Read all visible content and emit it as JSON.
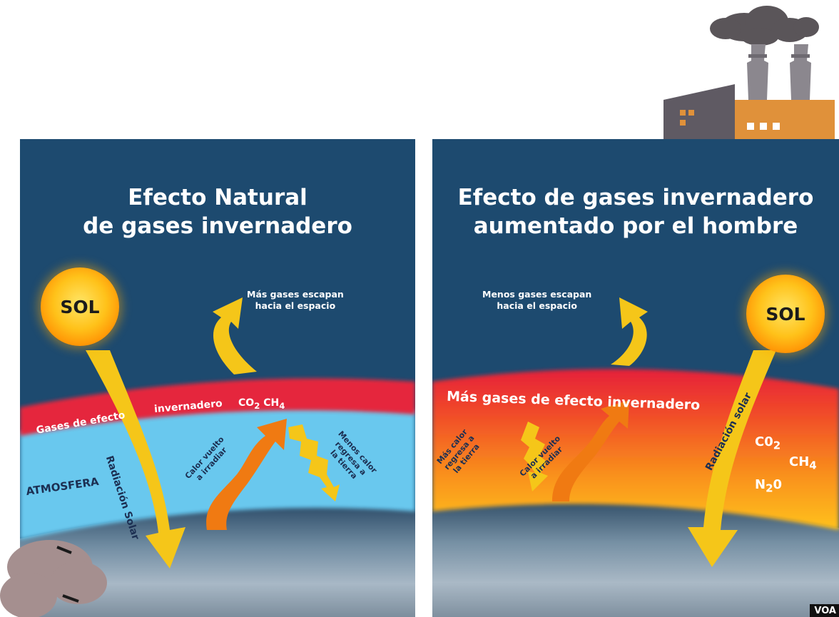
{
  "left_panel": {
    "title_line1": "Efecto Natural",
    "title_line2": "de gases invernadero",
    "sun_label": "SOL",
    "escape_note_line1": "Más gases escapan",
    "escape_note_line2": "hacia el espacio",
    "gas_band_label_a": "Gases de efecto",
    "gas_band_label_b": "invernadero",
    "gas_formula_co2": "CO",
    "gas_formula_co2_sub": "2",
    "gas_formula_ch4": "CH",
    "gas_formula_ch4_sub": "4",
    "solar_arrow_label": "Radiación Solar",
    "reradiate_line1": "Calor vuelto",
    "reradiate_line2": "a irradiar",
    "less_heat_line1": "Menos calor",
    "less_heat_line2": "regresa a",
    "less_heat_line3": "la tierra",
    "atmosphere_label": "ATMOSFERA"
  },
  "right_panel": {
    "title_line1": "Efecto de gases invernadero",
    "title_line2": "aumentado por el hombre",
    "sun_label": "SOL",
    "escape_note_line1": "Menos gases escapan",
    "escape_note_line2": "hacia el espacio",
    "gas_band_label": "Más gases de efecto invernadero",
    "more_heat_line1": "Más calor",
    "more_heat_line2": "regresa a",
    "more_heat_line3": "la tierra",
    "reradiate_line1": "Calor vuelto",
    "reradiate_line2": "a irradiar",
    "solar_arrow_label": "Radiación solar",
    "gas_co2": "C0",
    "gas_co2_sub": "2",
    "gas_ch4": "CH",
    "gas_ch4_sub": "4",
    "gas_n2o": "N",
    "gas_n2o_sub": "2",
    "gas_n2o_tail": "0"
  },
  "watermark": "VOA",
  "colors": {
    "sky": "#1d4a6f",
    "gas_band_left": "#e5263e",
    "atmosphere_left": "#69c8ee",
    "arrow_yellow": "#f5c619",
    "arrow_orange": "#f07a12",
    "factory_orange": "#e0913a",
    "factory_gray": "#5f5a63",
    "smoke": "#5a5559"
  }
}
